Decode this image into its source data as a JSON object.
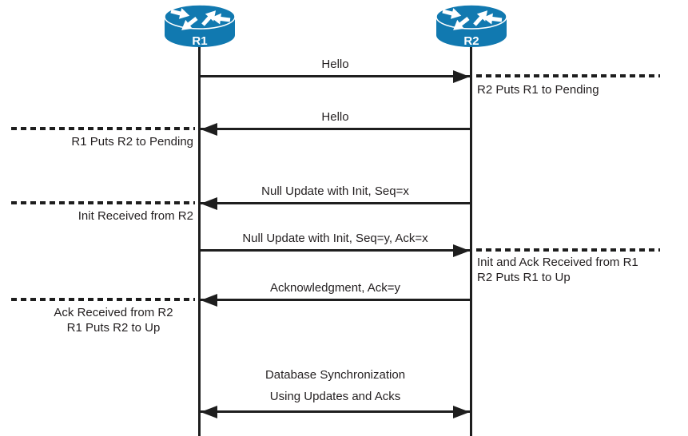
{
  "diagram": {
    "routers": [
      {
        "label": "R1"
      },
      {
        "label": "R2"
      }
    ],
    "messages": [
      {
        "label": "Hello",
        "direction": "right",
        "from": "R1",
        "to": "R2"
      },
      {
        "label": "Hello",
        "direction": "left",
        "from": "R2",
        "to": "R1"
      },
      {
        "label": "Null Update with Init, Seq=x",
        "direction": "left",
        "from": "R2",
        "to": "R1"
      },
      {
        "label": "Null Update with Init, Seq=y, Ack=x",
        "direction": "right",
        "from": "R1",
        "to": "R2"
      },
      {
        "label": "Acknowledgment, Ack=y",
        "direction": "left",
        "from": "R2",
        "to": "R1"
      },
      {
        "label_line1": "Database Synchronization",
        "label_line2": "Using Updates and Acks",
        "direction": "both"
      }
    ],
    "annotations": [
      {
        "side": "right",
        "line1": "R2 Puts R1 to Pending"
      },
      {
        "side": "left",
        "line1": "R1 Puts R2 to Pending"
      },
      {
        "side": "left",
        "line1": "Init Received from R2"
      },
      {
        "side": "right",
        "line1": "Init and Ack Received from R1",
        "line2": "R2 Puts R1 to Up"
      },
      {
        "side": "left",
        "line1": "Ack Received from R2",
        "line2": "R1 Puts R2 to Up"
      }
    ],
    "colors": {
      "router_blue": "#1179b0",
      "line_black": "#1e1e1e",
      "text": "#231f20"
    }
  }
}
